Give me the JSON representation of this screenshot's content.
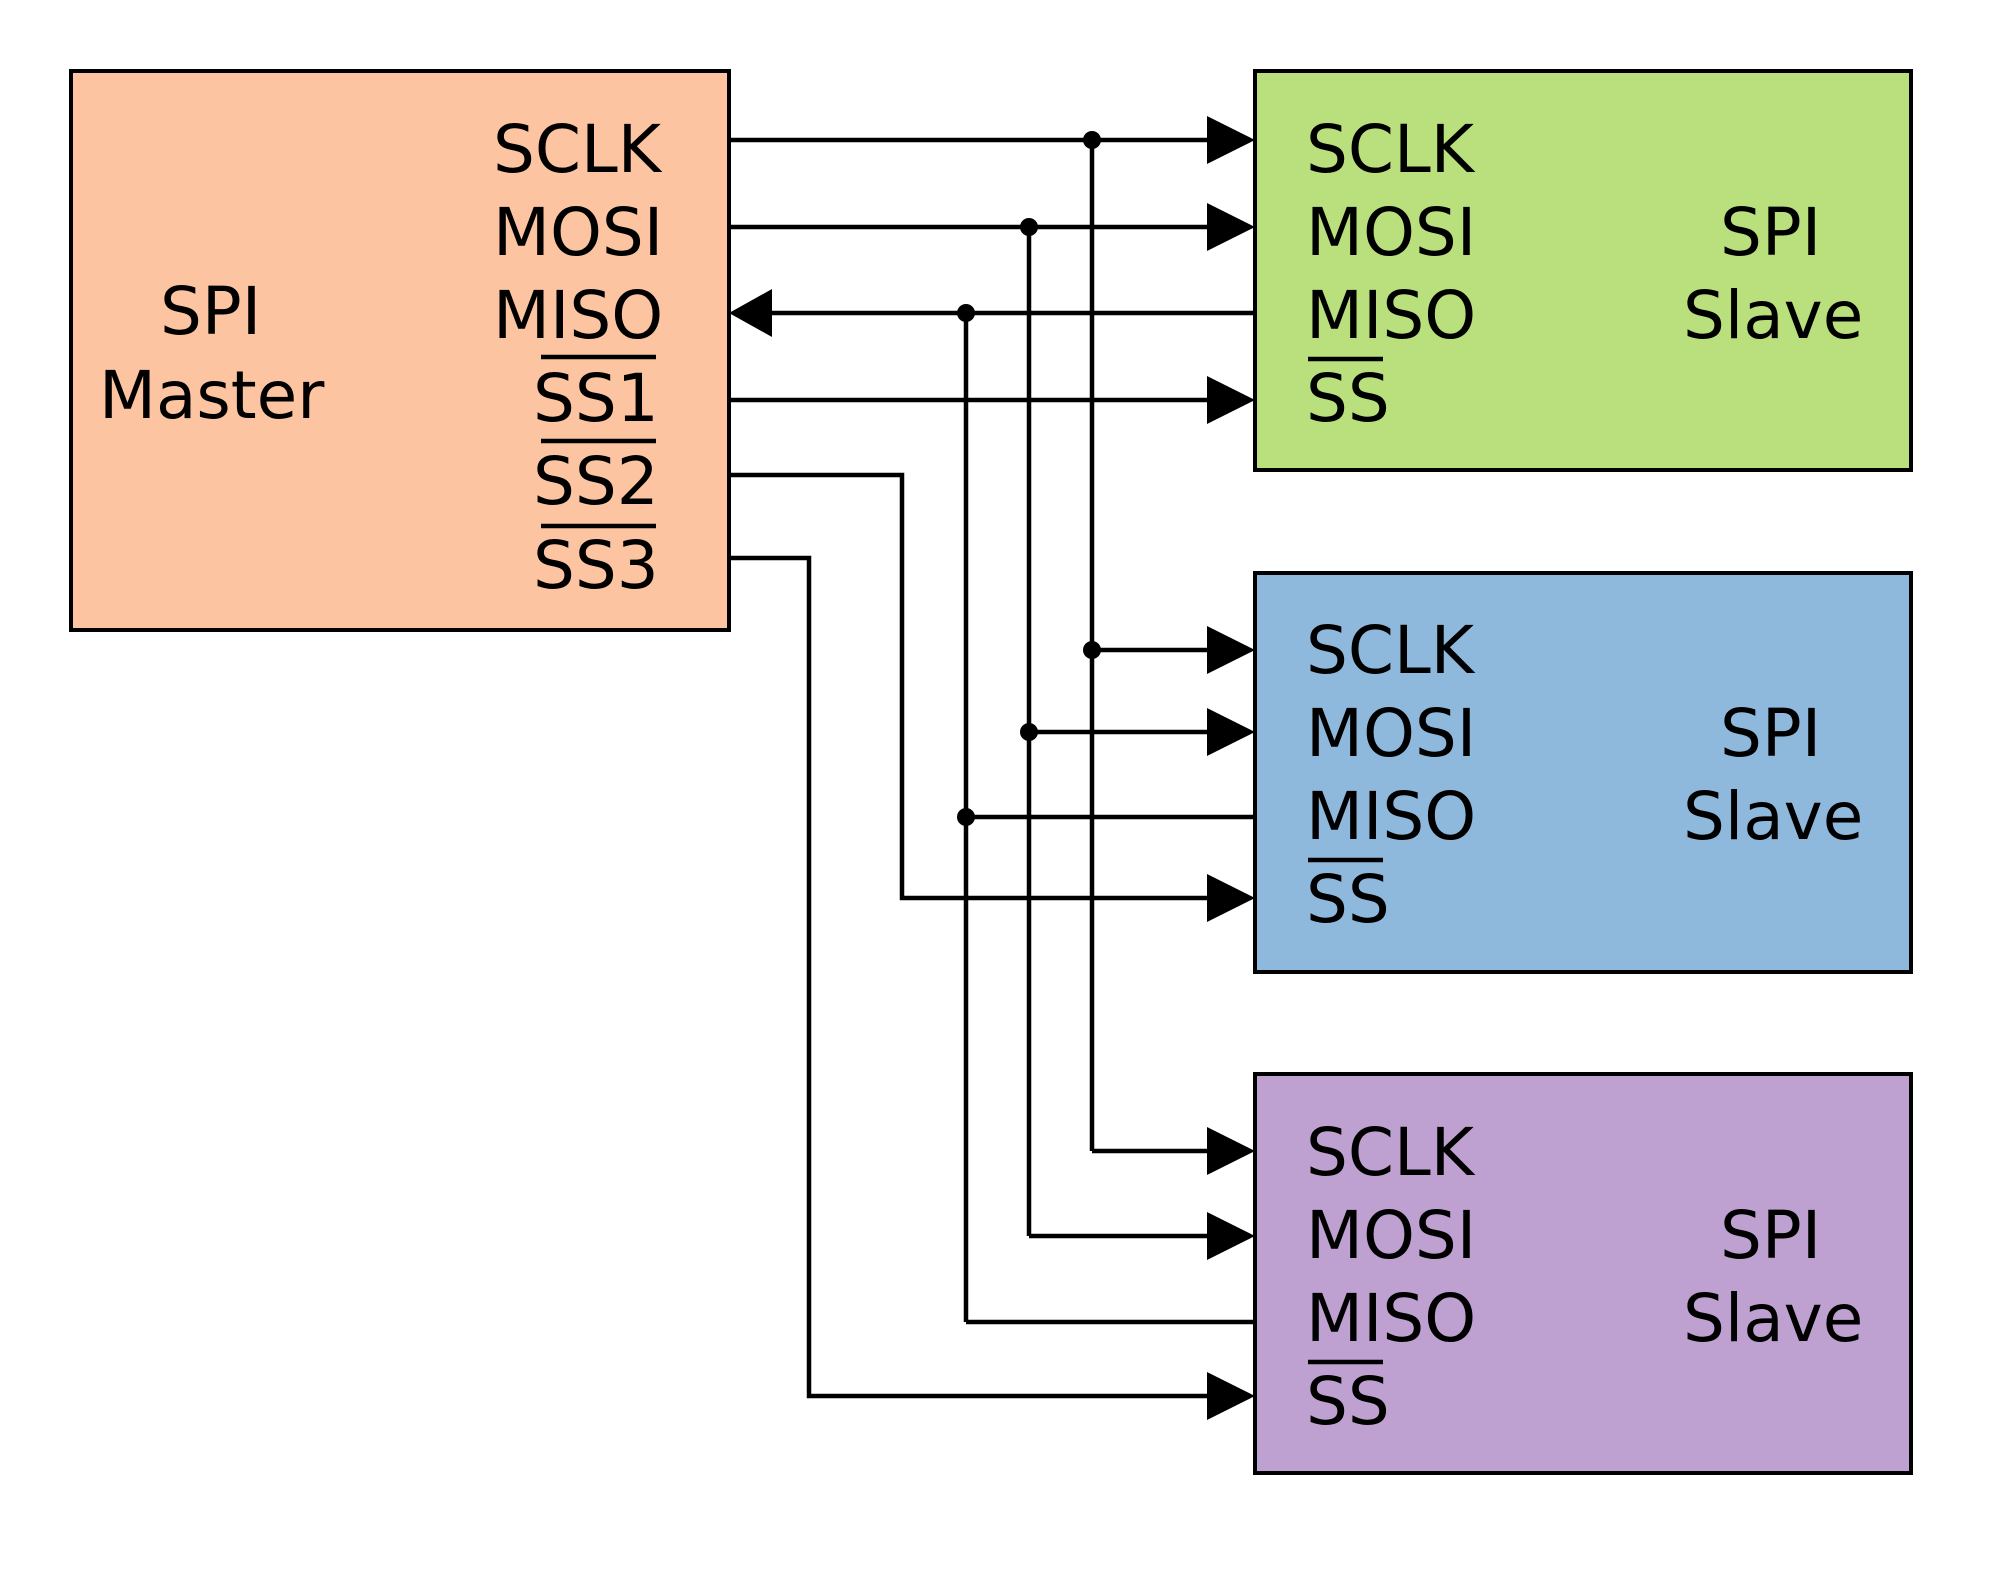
{
  "master": {
    "title_line1": "SPI",
    "title_line2": "Master",
    "color": "#fdc4a1",
    "pins": {
      "sclk": "SCLK",
      "mosi": "MOSI",
      "miso": "MISO",
      "ss1": "SS1",
      "ss2": "SS2",
      "ss3": "SS3"
    }
  },
  "slaves": [
    {
      "title_line1": "SPI",
      "title_line2": "Slave",
      "color": "#b9e07c",
      "pins": {
        "sclk": "SCLK",
        "mosi": "MOSI",
        "miso": "MISO",
        "ss": "SS"
      }
    },
    {
      "title_line1": "SPI",
      "title_line2": "Slave",
      "color": "#8fb9dc",
      "pins": {
        "sclk": "SCLK",
        "mosi": "MOSI",
        "miso": "MISO",
        "ss": "SS"
      }
    },
    {
      "title_line1": "SPI",
      "title_line2": "Slave",
      "color": "#bea1d0",
      "pins": {
        "sclk": "SCLK",
        "mosi": "MOSI",
        "miso": "MISO",
        "ss": "SS"
      }
    }
  ],
  "connections": [
    {
      "from": "master.SCLK",
      "to": [
        "slave1.SCLK",
        "slave2.SCLK",
        "slave3.SCLK"
      ],
      "direction": "master-to-slave"
    },
    {
      "from": "master.MOSI",
      "to": [
        "slave1.MOSI",
        "slave2.MOSI",
        "slave3.MOSI"
      ],
      "direction": "master-to-slave"
    },
    {
      "from": "slaves.MISO",
      "to": [
        "master.MISO"
      ],
      "direction": "slave-to-master"
    },
    {
      "from": "master.SS1",
      "to": [
        "slave1.SS"
      ],
      "direction": "master-to-slave"
    },
    {
      "from": "master.SS2",
      "to": [
        "slave2.SS"
      ],
      "direction": "master-to-slave"
    },
    {
      "from": "master.SS3",
      "to": [
        "slave3.SS"
      ],
      "direction": "master-to-slave"
    }
  ]
}
